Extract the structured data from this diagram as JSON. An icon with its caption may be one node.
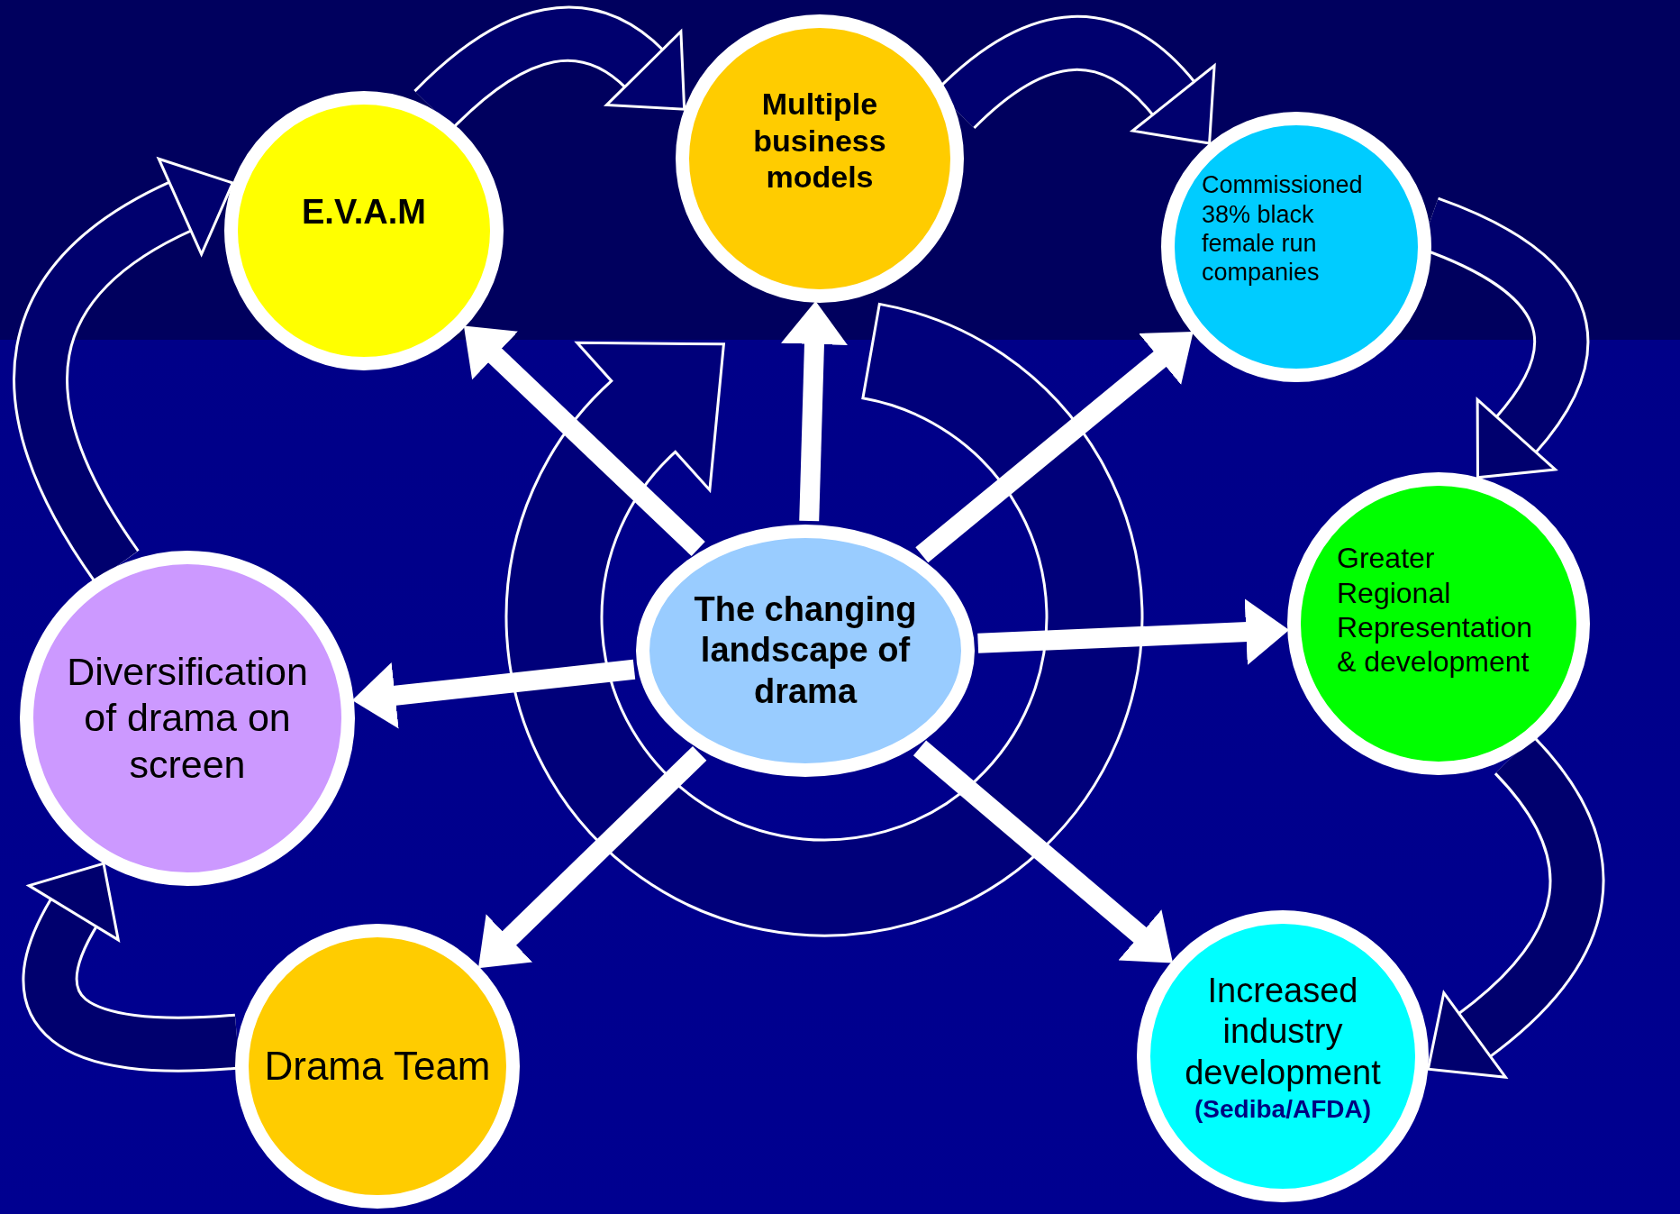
{
  "diagram": {
    "nodes": [
      {
        "text": [
          "The changing landscape of drama"
        ]
      },
      {
        "text": [
          "E.V.A.M"
        ]
      },
      {
        "text": [
          "Multiple business models"
        ]
      },
      {
        "text": [
          "Commissioned 38% black female run companies"
        ]
      },
      {
        "text": [
          "Greater Regional Representation & development"
        ]
      },
      {
        "text": [
          "Increased industry development",
          "(Sediba/AFDA)"
        ]
      },
      {
        "text": [
          "Drama Team"
        ]
      },
      {
        "text": [
          "Diversification of drama on screen"
        ]
      }
    ],
    "edges": [
      {
        "from": 0,
        "to": 1,
        "arrow": "to"
      },
      {
        "from": 0,
        "to": 2,
        "arrow": "to"
      },
      {
        "from": 0,
        "to": 3,
        "arrow": "to"
      },
      {
        "from": 0,
        "to": 4,
        "arrow": "to"
      },
      {
        "from": 0,
        "to": 5,
        "arrow": "to"
      },
      {
        "from": 0,
        "to": 6,
        "arrow": "to"
      },
      {
        "from": 0,
        "to": 7,
        "arrow": "to"
      },
      {
        "from": 1,
        "to": 2,
        "arrow": "to",
        "style": "thick",
        "color": "#00006e"
      },
      {
        "from": 2,
        "to": 3,
        "arrow": "to",
        "style": "thick",
        "color": "#00006e"
      },
      {
        "from": 3,
        "to": 4,
        "arrow": "to",
        "style": "thick",
        "color": "#00006e"
      },
      {
        "from": 4,
        "to": 5,
        "arrow": "to",
        "style": "thick",
        "color": "#00006e"
      },
      {
        "from": 6,
        "to": 7,
        "arrow": "to",
        "style": "thick",
        "color": "#00006e"
      },
      {
        "from": 7,
        "to": 1,
        "arrow": "to",
        "style": "thick",
        "color": "#00006e"
      }
    ]
  }
}
